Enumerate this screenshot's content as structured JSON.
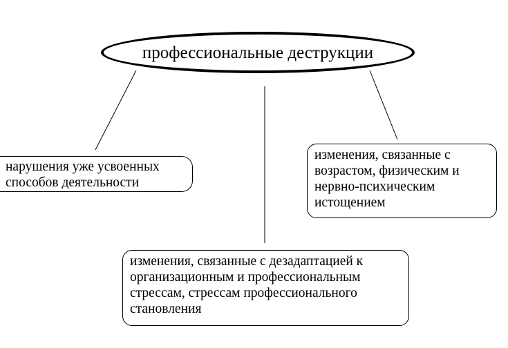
{
  "diagram": {
    "title": "профессиональные деструкции",
    "nodes": {
      "left": "нарушения уже усвоенных\nспособов деятельности",
      "right": "изменения, связанные с\nвозрастом, физическим и\nнервно-психическим\nистощением",
      "bottom": "изменения, связанные с дезадаптацией к\nорганизационным и профессиональным\nстрессам, стрессам профессионального\nстановления"
    },
    "line_color": "#000000",
    "background_color": "#ffffff"
  }
}
